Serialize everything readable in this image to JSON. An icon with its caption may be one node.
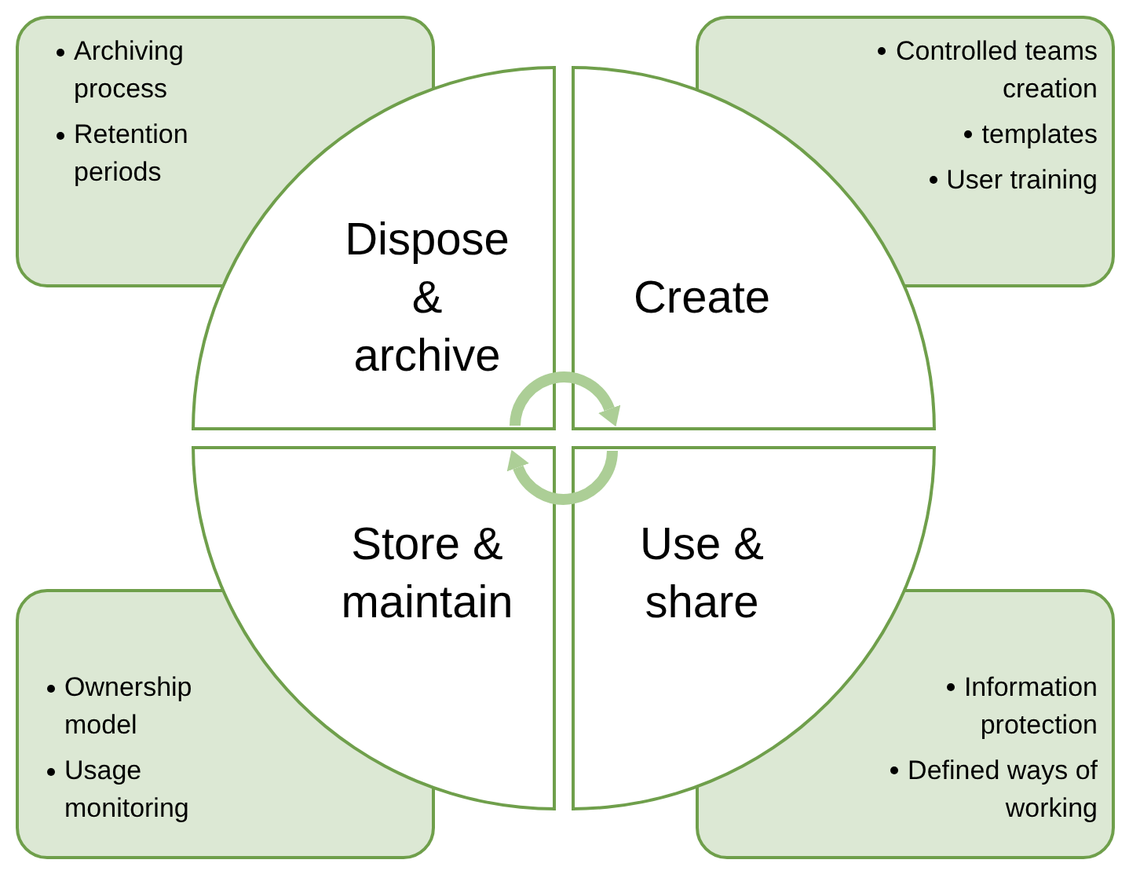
{
  "diagram": {
    "nodes": [
      {
        "text": [
          "Archiving process",
          "Retention periods"
        ]
      },
      {
        "text": [
          "Dispose & archive"
        ]
      },
      {
        "text": [
          "Create"
        ]
      },
      {
        "text": [
          "Controlled teams creation",
          "templates",
          "User training"
        ]
      },
      {
        "text": [
          "Store & maintain"
        ]
      },
      {
        "text": [
          "Use & share"
        ]
      },
      {
        "text": [
          "Ownership model",
          "Usage monitoring"
        ]
      },
      {
        "text": [
          "Information protection",
          "Defined ways of working"
        ]
      }
    ],
    "edges": [
      {
        "from": 1,
        "to": 2,
        "arrow": "to"
      },
      {
        "from": 5,
        "to": 4,
        "arrow": "to"
      }
    ]
  }
}
